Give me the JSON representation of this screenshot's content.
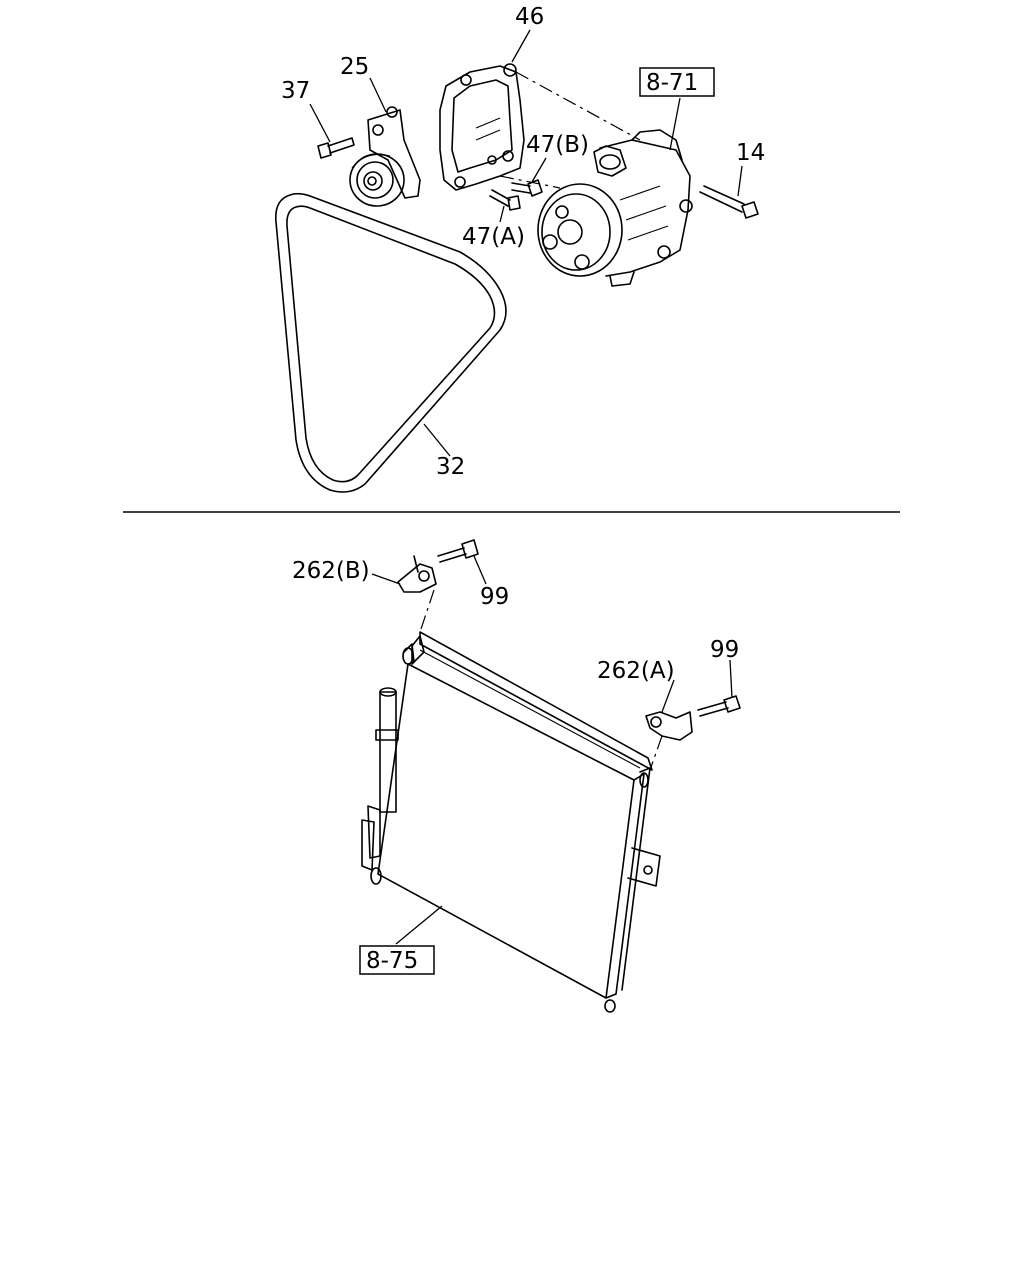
{
  "labels": {
    "p46": "46",
    "p25": "25",
    "p37": "37",
    "ref_8_71": "8-71",
    "p47b": "47(B)",
    "p14": "14",
    "p47a": "47(A)",
    "p32": "32",
    "p262b": "262(B)",
    "p99_top": "99",
    "p99_right": "99",
    "p262a": "262(A)",
    "ref_8_75": "8-75"
  }
}
